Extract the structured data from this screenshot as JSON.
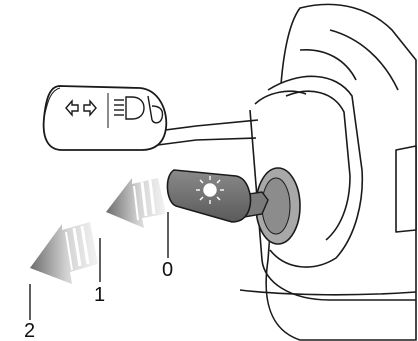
{
  "figure": {
    "positions": [
      {
        "label": "0",
        "name": "position-0"
      },
      {
        "label": "1",
        "name": "position-1"
      },
      {
        "label": "2",
        "name": "position-2"
      }
    ],
    "icons": {
      "left_stalk": [
        "turn-signal-arrows-icon",
        "headlight-beam-icon",
        "horn-icon"
      ],
      "right_stalk": [
        "light-sun-icon"
      ]
    },
    "colors": {
      "line": "#1a1a1a",
      "knob": "#6e6e6e",
      "arrow_dark": "#6a6a6a",
      "arrow_light": "#d4d4d4"
    }
  }
}
